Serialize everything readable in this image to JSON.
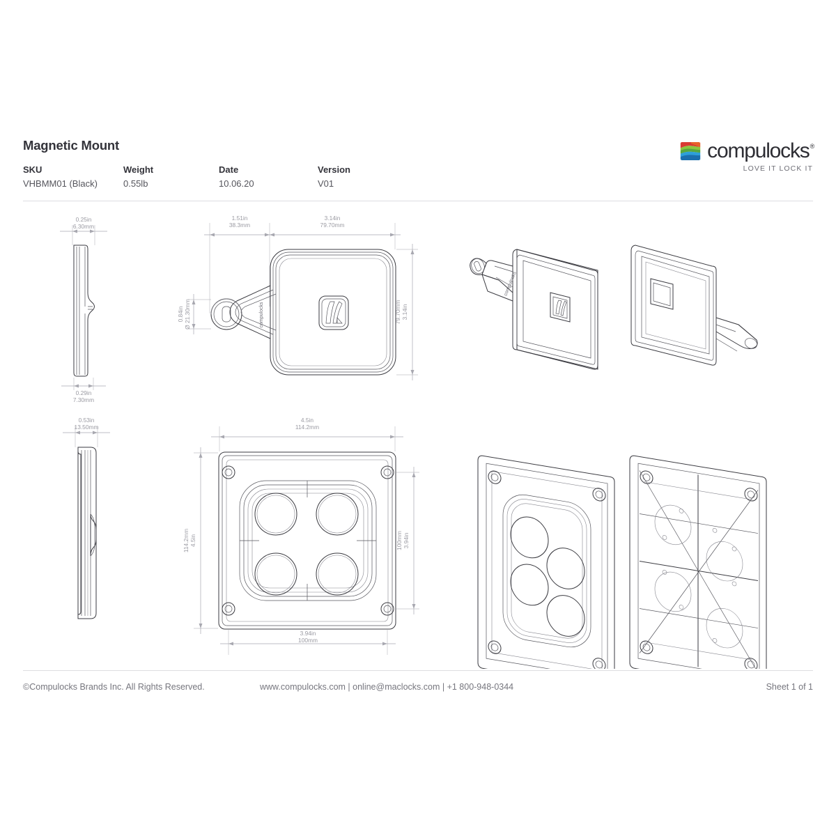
{
  "header": {
    "title": "Magnetic Mount",
    "fields": [
      {
        "label": "SKU",
        "value": "VHBMM01 (Black)"
      },
      {
        "label": "Weight",
        "value": "0.55lb"
      },
      {
        "label": "Date",
        "value": "10.06.20"
      },
      {
        "label": "Version",
        "value": "V01"
      }
    ]
  },
  "brand": {
    "wordmark": "compulocks",
    "registered": "®",
    "tagline": "LOVE IT LOCK IT",
    "mark_colors": {
      "red": "#d93a33",
      "orange": "#e8622a",
      "green": "#57a73e",
      "light_green": "#8cc63f",
      "blue": "#2d9fd9",
      "dark_blue": "#1b6fae"
    }
  },
  "footer": {
    "copyright": "©Compulocks Brands Inc. All Rights Reserved.",
    "contact": "www.compulocks.com | online@maclocks.com | +1 800-948-0344",
    "sheet": "Sheet 1 of 1"
  },
  "drawing": {
    "part_brand_text": "compulocks",
    "views": [
      {
        "name": "top-side-profile-view",
        "label": ""
      },
      {
        "name": "top-front-view",
        "label": ""
      },
      {
        "name": "top-iso-view-left",
        "label": ""
      },
      {
        "name": "top-iso-view-right",
        "label": ""
      },
      {
        "name": "bottom-side-profile-view",
        "label": ""
      },
      {
        "name": "bottom-plate-view",
        "label": ""
      },
      {
        "name": "bottom-iso-view-left",
        "label": ""
      },
      {
        "name": "bottom-iso-view-right",
        "label": ""
      }
    ],
    "dimensions": {
      "side_top_thickness": {
        "in": "0.25in",
        "mm": "6.30mm"
      },
      "side_top_base": {
        "in": "0.29in",
        "mm": "7.30mm"
      },
      "front_arm_width": {
        "in": "1.51in",
        "mm": "38.3mm"
      },
      "front_plate_width": {
        "in": "3.14in",
        "mm": "79.70mm"
      },
      "front_plate_height": {
        "in": "3.14in",
        "mm": "79.70mm"
      },
      "ball_joint_dia": {
        "in": "0.84in",
        "mm": "Ø 21.30mm"
      },
      "side_bottom_thickness": {
        "in": "0.53in",
        "mm": "13.50mm"
      },
      "plate_width": {
        "in": "4.5in",
        "mm": "114.2mm"
      },
      "plate_height": {
        "in": "4.5in",
        "mm": "114.2mm"
      },
      "vesa_vertical": {
        "in": "3.94in",
        "mm": "100mm"
      },
      "vesa_horizontal": {
        "in": "3.94in",
        "mm": "100mm"
      }
    }
  }
}
